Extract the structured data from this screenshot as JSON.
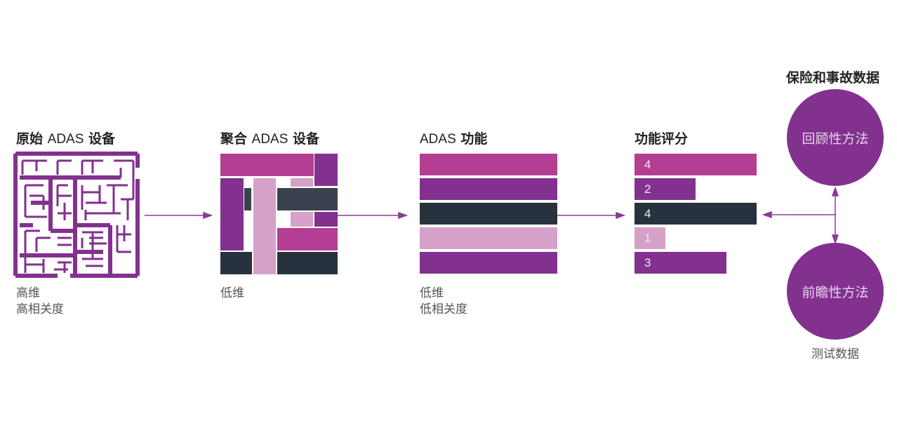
{
  "colors": {
    "magenta": "#b33e92",
    "purple": "#82318f",
    "dark": "#28323f",
    "slate": "#3c4151",
    "pink": "#d6a1c8",
    "arrow": "#8b3a98"
  },
  "stages": [
    {
      "title_cjk_prefix": "原始",
      "title_latin": "ADAS",
      "title_cjk_suffix": "设备",
      "caption": [
        "高维",
        "高相关度"
      ]
    },
    {
      "title_cjk_prefix": "聚合",
      "title_latin": "ADAS",
      "title_cjk_suffix": "设备",
      "caption": [
        "低维"
      ]
    },
    {
      "title_cjk_prefix": "",
      "title_latin": "ADAS",
      "title_cjk_suffix": "功能",
      "caption": [
        "低维",
        "低相关度"
      ],
      "bars": [
        "magenta",
        "purple",
        "dark",
        "pink",
        "purple"
      ]
    },
    {
      "title_cjk_prefix": "功能评分",
      "title_latin": "",
      "title_cjk_suffix": "",
      "scores": [
        {
          "value": 4,
          "color": "magenta"
        },
        {
          "value": 2,
          "color": "purple"
        },
        {
          "value": 4,
          "color": "dark"
        },
        {
          "value": 1,
          "color": "pink"
        },
        {
          "value": 3,
          "color": "purple"
        }
      ],
      "max_score": 4
    }
  ],
  "sources": {
    "top_label": "保险和事故数据",
    "retrospective": "回顾性方法",
    "prospective": "前瞻性方法",
    "bottom_label": "测试数据"
  }
}
